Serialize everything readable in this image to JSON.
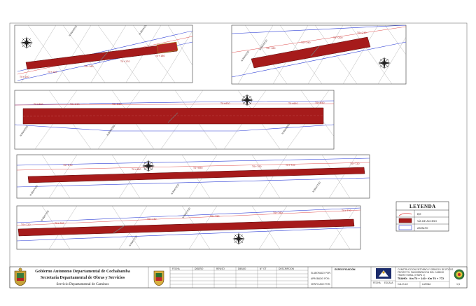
{
  "colors": {
    "road": "#a61b1b",
    "road_edge": "#5a0c0c",
    "centerline": "#e05050",
    "row_boundary": "#2e3fd6",
    "frame": "#444444",
    "grid": "#9a9a9a"
  },
  "panels": [
    {
      "stations": [
        "T0+140",
        "T0+150",
        "T0+160",
        "T0+170",
        "T0+180"
      ],
      "coord_labels": [
        "N-8056050",
        "N-8056100"
      ]
    },
    {
      "stations": [
        "T0+180",
        "T0+190",
        "T0+200",
        "T0+210"
      ],
      "coord_labels": [
        "N-8056100",
        "N-8056150"
      ]
    },
    {
      "stations": [
        "T0+600",
        "T0+610",
        "T0+620",
        "T0+630",
        "T0+640",
        "T0+650"
      ],
      "coord_labels": [
        "N-8056500",
        "N-8056550",
        "N-8056600"
      ]
    },
    {
      "stations": [
        "T0+670",
        "T0+680",
        "T0+690",
        "T0+700",
        "T0+710",
        "T0+720"
      ],
      "coord_labels": [
        "N-8067000",
        "N-8067050",
        "N-8067100"
      ]
    },
    {
      "stations": [
        "T0+720",
        "T0+730",
        "T0+740",
        "T0+750",
        "T0+760",
        "T0+770"
      ],
      "coord_labels": [
        "N-8067100",
        "N-8067150",
        "N-8067200"
      ]
    }
  ],
  "legend": {
    "title": "LEYENDA",
    "items": [
      {
        "label": "EJE",
        "icon": "centerline-symbol"
      },
      {
        "label": "VÍA DE ACCESO",
        "icon": "road-fill-symbol"
      },
      {
        "label": "ASFALTO",
        "icon": "boundary-symbol"
      }
    ]
  },
  "title_block": {
    "org_line1": "Gobierno Autonomo Departamental de Cochabamba",
    "org_line2": "Secretaria Departamental de Obras y Servicios",
    "org_line3": "Servicio Departamental de Caminos",
    "revision_headers": [
      "FECHA",
      "DISEÑO",
      "REVISO",
      "DIBUJO",
      "N° OT",
      "DESCRIPCION"
    ],
    "role_labels": [
      "ELABORADO POR:",
      "APROBADO POR:",
      "VERIFICADO POR:"
    ],
    "section_header": "ESPECIFICACIÓN",
    "project_line1": "CONSTRUCCION ENTORNO Y SERVICIO DE POZOS",
    "project_line2": "PROYECTO: PAVIMENTACION DEL CAMINO",
    "project_line3": "TRAMO RURAL (ETAPA 1)",
    "tramo_label": "TRAMO:",
    "tramo_value": "Km T0 + 140 - Km T0 + 772",
    "footer_labels": [
      "FECHA",
      "ESCALA",
      "CALCULO",
      "LAMINA"
    ],
    "sheet_number": "1/1"
  }
}
